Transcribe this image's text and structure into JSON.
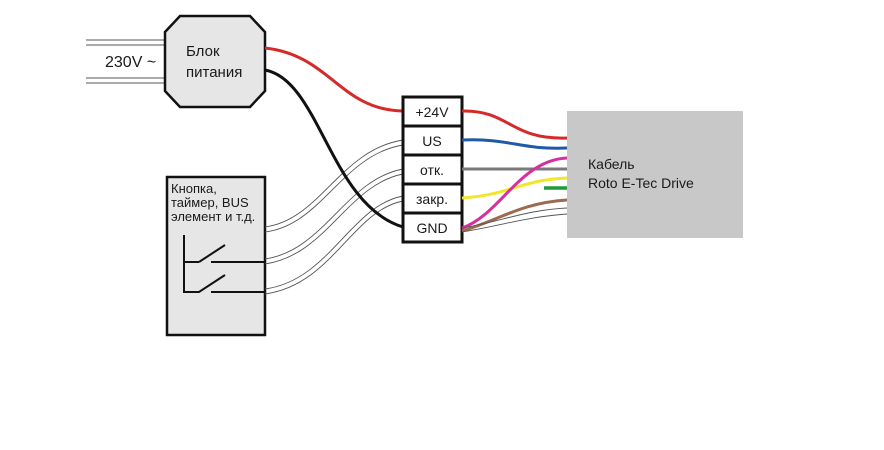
{
  "mains": {
    "label": "230V ~"
  },
  "power_supply": {
    "line1": "Блок",
    "line2": "питания"
  },
  "switch_box": {
    "line1": "Кнопка,",
    "line2": "таймер, BUS",
    "line3": "элемент и т.д."
  },
  "terminal": {
    "labels": [
      "+24V",
      "US",
      "отк.",
      "закр.",
      "GND"
    ]
  },
  "cable": {
    "line1": "Кабель",
    "line2": "Roto E-Tec Drive"
  },
  "colors": {
    "red_wire": "#d42a2a",
    "black_wire": "#111111",
    "blue_wire": "#1f5aa6",
    "grey_wire": "#7a7a7a",
    "magenta_wire": "#d62f9e",
    "yellow_wire": "#f2e62a",
    "green_wire": "#1e9a3c",
    "brown_wire": "#9b6a50",
    "box_fill": "#e6e6e6",
    "cable_fill": "#c8c8c8"
  }
}
